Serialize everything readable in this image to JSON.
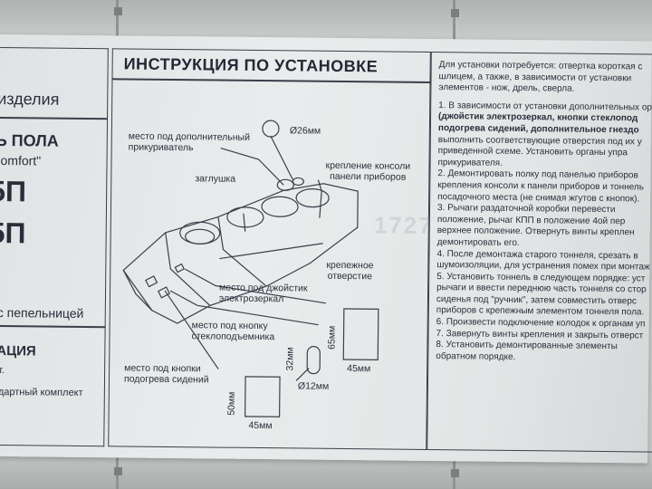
{
  "instruction_title": "ИНСТРУКЦИЯ ПО УСТАНОВКЕ",
  "left_panel": {
    "heading_fragment": "изделия",
    "product_fragment": "Ь ПОЛА",
    "subtitle_fragment": "omfort\"",
    "model_1": "5П",
    "model_2": "5П",
    "variant": "с пепельницей",
    "section_fragment": "АЦИЯ",
    "line_1": "т.",
    "line_2": "дартный комплект"
  },
  "diagram": {
    "labels": {
      "lighter": [
        "место под дополнительный",
        "прикуриватель"
      ],
      "d26": "Ø26мм",
      "plug": "заглушка",
      "console_mount": [
        "крепление консоли",
        "панели приборов"
      ],
      "mount_hole": [
        "крепежное",
        "отверстие"
      ],
      "joystick": [
        "место под джойстик",
        "электрозеркал"
      ],
      "window_button": [
        "место под кнопку",
        "стеклоподъемника"
      ],
      "seat_heater": [
        "место под кнопки",
        "подогрева сидений"
      ],
      "d12": "Ø12мм",
      "dim_32": "32мм",
      "dim_65": "65мм",
      "dim_45a": "45мм",
      "dim_50": "50мм",
      "dim_45b": "45мм"
    }
  },
  "right_panel": {
    "lines": [
      {
        "t": "Для установки потребуется: отвертка короткая с",
        "b": false
      },
      {
        "t": "шлицем, а также, в зависимости от установки",
        "b": false
      },
      {
        "t": "элементов - нож, дрель, сверла.",
        "b": false
      },
      {
        "t": "",
        "b": false,
        "gap": true
      },
      {
        "t": "1. В зависимости от установки дополнительных ор",
        "b": false
      },
      {
        "t": "(джойстик электрозеркал, кнопки стеклопод",
        "b": true
      },
      {
        "t": "подогрева сидений, дополнительное гнездо",
        "b": true
      },
      {
        "t": "выполнить соответствующие отверстия под их у",
        "b": false
      },
      {
        "t": "приведенной схеме. Установить органы упра",
        "b": false
      },
      {
        "t": "прикуривателя.",
        "b": false
      },
      {
        "t": "2. Демонтировать полку под панелью приборов",
        "b": false
      },
      {
        "t": "крепления консоли к панели приборов и тоннель",
        "b": false
      },
      {
        "t": "посадочного места (не снимая жгутов с кнопок).",
        "b": false
      },
      {
        "t": "3. Рычаги раздаточной коробки перевести",
        "b": false
      },
      {
        "t": "положение, рычаг КПП в положение 4ой пер",
        "b": false
      },
      {
        "t": "верхнее положение. Отвернуть винты креплен",
        "b": false
      },
      {
        "t": "демонтировать его.",
        "b": false
      },
      {
        "t": "4. После демонтажа старого тоннеля, срезать в",
        "b": false
      },
      {
        "t": "шумоизоляции, для устранения помех при монтаж",
        "b": false
      },
      {
        "t": "5. Установить тоннель в следующем порядке: уст",
        "b": false
      },
      {
        "t": "рычаги и ввести переднюю часть тоннеля со стор",
        "b": false
      },
      {
        "t": "сиденья под \"ручник\", затем совместить отверс",
        "b": false
      },
      {
        "t": "приборов с крепежным элементом тоннеля пола.",
        "b": false
      },
      {
        "t": "6. Произвести подключение колодок к органам уп",
        "b": false
      },
      {
        "t": "7. Завернуть винты крепления и закрыть отверст",
        "b": false
      },
      {
        "t": "8. Установить демонтированные элементы",
        "b": false
      },
      {
        "t": "обратном порядке.",
        "b": false
      }
    ]
  },
  "watermark": "1727",
  "colors": {
    "ink": "#2a2e3a",
    "paper": "#e6e9e9",
    "background": "#c4c7c6"
  }
}
